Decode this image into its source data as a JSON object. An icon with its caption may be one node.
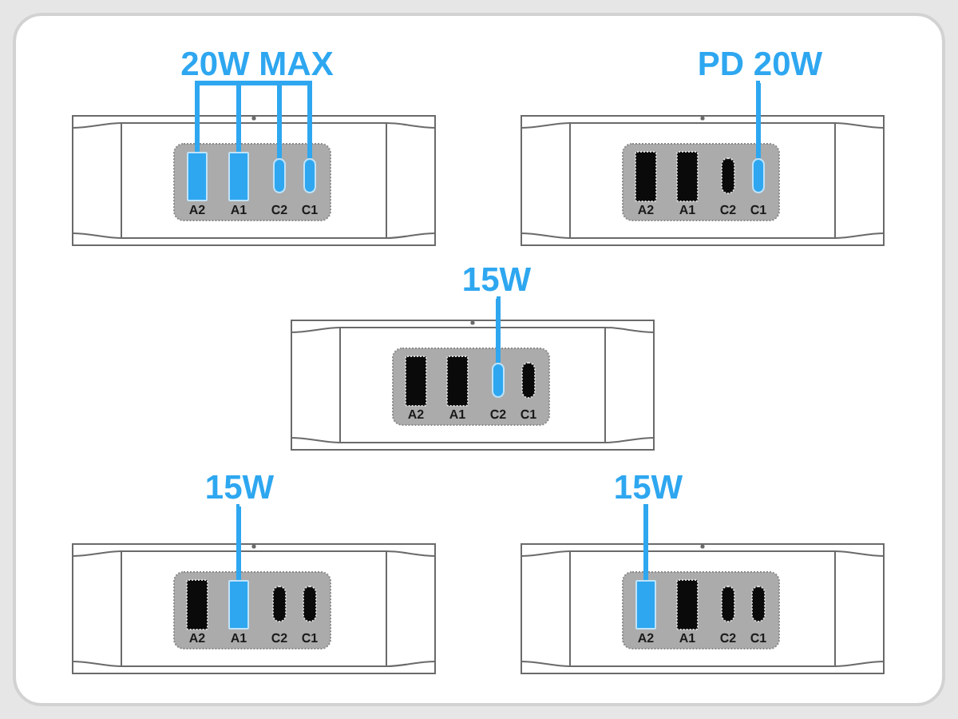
{
  "diagram": {
    "nodes": [
      {
        "text": [
          "20W MAX"
        ]
      },
      {
        "text": [],
        "shape": "box",
        "beside": [
          "A2"
        ]
      },
      {
        "text": [],
        "shape": "box",
        "beside": [
          "A1"
        ]
      },
      {
        "text": [],
        "shape": "box",
        "beside": [
          "C2"
        ]
      },
      {
        "text": [],
        "shape": "box",
        "beside": [
          "C1"
        ]
      },
      {
        "text": [
          "PD 20W"
        ]
      },
      {
        "text": [],
        "shape": "box",
        "beside": [
          "C1"
        ]
      },
      {
        "text": [
          "15W"
        ]
      },
      {
        "text": [],
        "shape": "box",
        "beside": [
          "C2"
        ]
      },
      {
        "text": [
          "15W"
        ]
      },
      {
        "text": [],
        "shape": "box",
        "beside": [
          "A1"
        ]
      },
      {
        "text": [
          "15W"
        ]
      },
      {
        "text": [],
        "shape": "box",
        "beside": [
          "A2"
        ]
      }
    ],
    "edges": [
      {
        "from": 0,
        "to": 1,
        "arrow": "none"
      },
      {
        "from": 0,
        "to": 2,
        "arrow": "none"
      },
      {
        "from": 0,
        "to": 3,
        "arrow": "none"
      },
      {
        "from": 0,
        "to": 4,
        "arrow": "none"
      },
      {
        "from": 5,
        "to": 6,
        "arrow": "none"
      },
      {
        "from": 7,
        "to": 8,
        "arrow": "none"
      },
      {
        "from": 9,
        "to": 10,
        "arrow": "none"
      },
      {
        "from": 11,
        "to": 12,
        "arrow": "none"
      }
    ],
    "labels": [
      "A2",
      "A1",
      "C2",
      "A2",
      "A1",
      "C1",
      "A2",
      "C2",
      "C1",
      "A1",
      "C2",
      "C1"
    ]
  }
}
